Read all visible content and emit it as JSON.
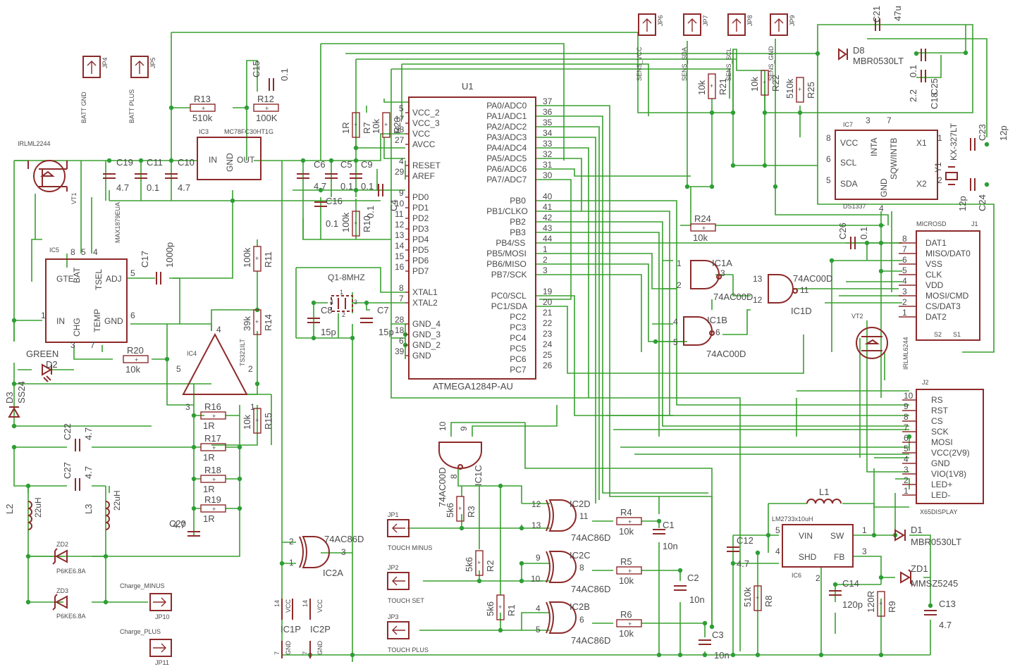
{
  "components": {
    "U1": {
      "ref": "U1",
      "part": "ATMEGA1284P-AU",
      "left_pins": [
        "VCC_2",
        "VCC_3",
        "VCC",
        "AVCC",
        "RESET",
        "AREF",
        "PD0",
        "PD1",
        "PD2",
        "PD3",
        "PD4",
        "PD5",
        "PD6",
        "PD7",
        "XTAL1",
        "XTAL2",
        "GND_4",
        "GND_3",
        "GND_2",
        "GND"
      ],
      "left_nums": [
        "5",
        "17",
        "38",
        "27",
        "4",
        "29",
        "9",
        "10",
        "11",
        "12",
        "13",
        "14",
        "15",
        "16",
        "8",
        "7",
        "28",
        "18",
        "6",
        "39"
      ],
      "right_pins": [
        "PA0/ADC0",
        "PA1/ADC1",
        "PA2/ADC2",
        "PA3/ADC3",
        "PA4/ADC4",
        "PA5/ADC5",
        "PA6/ADC6",
        "PA7/ADC7",
        "PB0",
        "PB1/CLKO",
        "PB2",
        "PB3",
        "PB4/SS",
        "PB5/MOSI",
        "PB6/MISO",
        "PB7/SCK",
        "PC0/SCL",
        "PC1/SDA",
        "PC2",
        "PC3",
        "PC4",
        "PC5",
        "PC6",
        "PC7"
      ],
      "right_nums": [
        "37",
        "36",
        "35",
        "34",
        "33",
        "32",
        "31",
        "30",
        "40",
        "41",
        "42",
        "43",
        "44",
        "1",
        "2",
        "3",
        "19",
        "20",
        "21",
        "22",
        "23",
        "24",
        "25",
        "26"
      ]
    },
    "IC7": {
      "ref": "IC7",
      "part": "DS1337",
      "pins": [
        "VCC",
        "SCL",
        "SDA",
        "INTA",
        "SQW/INTB",
        "X1",
        "X2",
        "GND"
      ],
      "nums": [
        "8",
        "6",
        "5",
        "3",
        "7",
        "1",
        "2",
        "4"
      ]
    },
    "J1": {
      "ref": "J1",
      "part": "MICROSD",
      "pins": [
        "DAT1",
        "MISO/DAT0",
        "VSS",
        "CLK",
        "VDD",
        "MOSI/CMD",
        "CS/DAT3",
        "DAT2"
      ],
      "nums": [
        "8",
        "7",
        "6",
        "5",
        "4",
        "3",
        "2",
        "1"
      ],
      "shield": [
        "S2",
        "S1"
      ]
    },
    "J2": {
      "ref": "J2",
      "part": "X65DISPLAY",
      "pins": [
        "RS",
        "RST",
        "CS",
        "SCK",
        "MOSI",
        "VCC(2V9)",
        "GND",
        "VIO(1V8)",
        "LED+",
        "LED-"
      ],
      "nums": [
        "10",
        "9",
        "8",
        "7",
        "6",
        "5",
        "4",
        "3",
        "2",
        "1"
      ]
    },
    "IC3": {
      "ref": "IC3",
      "part": "MC78FC30HT1G",
      "pin_in": "IN",
      "pin_out": "OUT",
      "pin_gnd": "GND"
    },
    "IC5": {
      "ref": "IC5",
      "part": "MAX1879EUA",
      "pins": [
        "GTE",
        "BAT",
        "TSEL",
        "ADJ",
        "IN",
        "CHG",
        "TEMP",
        "GND"
      ],
      "nums": [
        "8",
        "5",
        "4",
        "5",
        "1",
        "3",
        "7",
        "6"
      ]
    },
    "IC4": {
      "ref": "IC4",
      "part": "TS321ILT",
      "nums": [
        "5",
        "4",
        "3",
        "1",
        "2"
      ]
    },
    "IC6": {
      "ref": "IC6",
      "part": "LM2733x10uH",
      "pins": [
        "VIN",
        "SW",
        "SHD",
        "FB",
        "GND"
      ],
      "nums": [
        "5",
        "1",
        "4",
        "3",
        "2"
      ]
    },
    "gates": {
      "IC1A": "IC1A",
      "IC1B": "IC1B",
      "IC1C": "IC1C",
      "IC1D": "IC1D",
      "IC2A": "IC2A",
      "IC2B": "IC2B",
      "IC2C": "IC2C",
      "IC2D": "IC2D",
      "part00": "74AC00D",
      "part86": "74AC86D"
    },
    "power": {
      "IC1P": "IC1P",
      "IC2P": "IC2P",
      "vcc": "VCC",
      "gnd": "GND",
      "n14": "14",
      "n7": "7"
    },
    "VT1": {
      "ref": "VT1",
      "part": "IRLML2244"
    },
    "VT2": {
      "ref": "VT2",
      "part": "IRLML6244"
    },
    "Q1": {
      "ref": "Q1-8MHZ"
    },
    "Y1": {
      "ref": "Y1",
      "part": "KX-327LT"
    },
    "D8": {
      "ref": "D8",
      "part": "MBR0530LT"
    },
    "D1": {
      "ref": "D1",
      "part": "MBR0530LT"
    },
    "D2": {
      "ref": "D2",
      "part": "GREEN"
    },
    "D3": {
      "ref": "D3",
      "part": "SS24"
    },
    "ZD1": {
      "ref": "ZD1",
      "part": "MMSZ5245"
    },
    "ZD2": {
      "ref": "ZD2",
      "part": "P6KE6.8A"
    },
    "ZD3": {
      "ref": "ZD3",
      "part": "P6KE6.8A"
    },
    "L1": {
      "ref": "L1"
    },
    "L2": {
      "ref": "L2",
      "value": "22uH"
    },
    "L3": {
      "ref": "L3",
      "value": "22uH"
    }
  },
  "passives": [
    {
      "ref": "R13",
      "value": "510k"
    },
    {
      "ref": "R12",
      "value": "100K"
    },
    {
      "ref": "R7",
      "value": "1R"
    },
    {
      "ref": "R23",
      "value": "10k"
    },
    {
      "ref": "R10",
      "value": "100k"
    },
    {
      "ref": "R11",
      "value": "100k"
    },
    {
      "ref": "R14",
      "value": "39k"
    },
    {
      "ref": "R15",
      "value": "10k"
    },
    {
      "ref": "R16",
      "value": "1R"
    },
    {
      "ref": "R17",
      "value": "1R"
    },
    {
      "ref": "R18",
      "value": "1R"
    },
    {
      "ref": "R19",
      "value": "1R"
    },
    {
      "ref": "R20",
      "value": "10k"
    },
    {
      "ref": "R21",
      "value": "10k"
    },
    {
      "ref": "R22",
      "value": "10k"
    },
    {
      "ref": "R25",
      "value": "510k"
    },
    {
      "ref": "R24",
      "value": "10k"
    },
    {
      "ref": "R3",
      "value": "5k6"
    },
    {
      "ref": "R2",
      "value": "5k6"
    },
    {
      "ref": "R1",
      "value": "5k6"
    },
    {
      "ref": "R4",
      "value": "10k"
    },
    {
      "ref": "R5",
      "value": "10k"
    },
    {
      "ref": "R6",
      "value": "10k"
    },
    {
      "ref": "R8",
      "value": "510k"
    },
    {
      "ref": "R9",
      "value": "120R"
    },
    {
      "ref": "C15",
      "value": "0.1"
    },
    {
      "ref": "C19",
      "value": "4.7"
    },
    {
      "ref": "C11",
      "value": "0.1"
    },
    {
      "ref": "C10",
      "value": "4.7"
    },
    {
      "ref": "C6",
      "value": "4.7"
    },
    {
      "ref": "C5",
      "value": "0.1"
    },
    {
      "ref": "C9",
      "value": "0.1"
    },
    {
      "ref": "C16",
      "value": "0.1"
    },
    {
      "ref": "C4",
      "value": "0.1"
    },
    {
      "ref": "C17",
      "value": "1000p"
    },
    {
      "ref": "C8",
      "value": "15p"
    },
    {
      "ref": "C7",
      "value": "15p"
    },
    {
      "ref": "C22",
      "value": "4.7"
    },
    {
      "ref": "C27",
      "value": "4.7"
    },
    {
      "ref": "C20",
      "value": "4.7"
    },
    {
      "ref": "C21",
      "value": "47u"
    },
    {
      "ref": "C25",
      "value": "0.1"
    },
    {
      "ref": "C18",
      "value": "2.2"
    },
    {
      "ref": "C23",
      "value": "12p"
    },
    {
      "ref": "C24",
      "value": "12p"
    },
    {
      "ref": "C26",
      "value": "0.1"
    },
    {
      "ref": "C1",
      "value": "10n"
    },
    {
      "ref": "C2",
      "value": "10n"
    },
    {
      "ref": "C3",
      "value": "10n"
    },
    {
      "ref": "C12",
      "value": "4.7"
    },
    {
      "ref": "C14",
      "value": "120p"
    },
    {
      "ref": "C13",
      "value": "4.7"
    }
  ],
  "connectors": [
    {
      "ref": "JP4",
      "label": "BATT GND"
    },
    {
      "ref": "JP5",
      "label": "BATT PLUS"
    },
    {
      "ref": "JP6",
      "label": "SENS_VCC"
    },
    {
      "ref": "JP7",
      "label": "SENS_SDA"
    },
    {
      "ref": "JP8",
      "label": "SENS_SCL"
    },
    {
      "ref": "JP9",
      "label": "SENS_GND"
    },
    {
      "ref": "JP1",
      "label": "TOUCH MINUS"
    },
    {
      "ref": "JP2",
      "label": "TOUCH SET"
    },
    {
      "ref": "JP3",
      "label": "TOUCH PLUS"
    },
    {
      "ref": "JP10",
      "label": "Charge_MINUS"
    },
    {
      "ref": "JP11",
      "label": "Charge_PLUS"
    }
  ],
  "pin_numbers": {
    "ic1a": [
      "1",
      "2",
      "3"
    ],
    "ic1b": [
      "4",
      "5",
      "6"
    ],
    "ic1c": [
      "10",
      "9",
      "8"
    ],
    "ic1d": [
      "13",
      "12",
      "11"
    ],
    "ic2a": [
      "2",
      "1",
      "3"
    ],
    "ic2b": [
      "4",
      "5",
      "6"
    ],
    "ic2c": [
      "9",
      "10",
      "8"
    ],
    "ic2d": [
      "12",
      "13",
      "11"
    ],
    "y1": [
      "1",
      "2"
    ],
    "q1": [
      "1",
      "2",
      "3",
      "4"
    ],
    "ic4": [
      "5",
      "4",
      "3",
      "1",
      "2"
    ],
    "ic6_gnd": "2"
  },
  "colors": {
    "wire": "#38a02e",
    "symbol": "#8e2a2a",
    "text": "#4a4a4a",
    "junction": "#2e9e36"
  }
}
